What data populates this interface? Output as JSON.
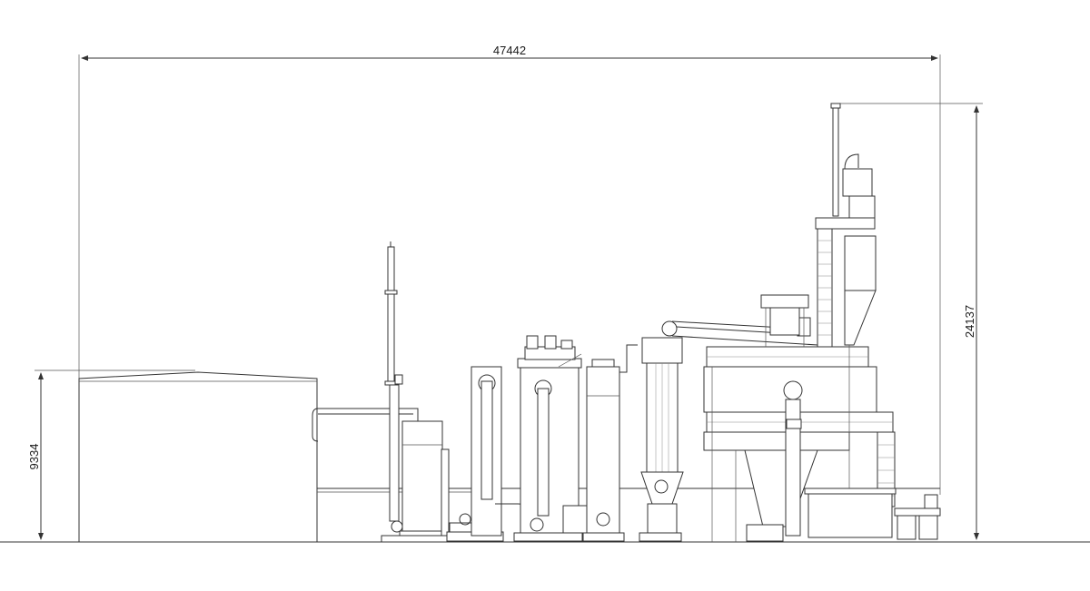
{
  "dimensions": {
    "overall_length": "47442",
    "overall_height": "24137",
    "warehouse_height": "9334"
  },
  "colors": {
    "line": "#333333",
    "background": "#ffffff"
  }
}
